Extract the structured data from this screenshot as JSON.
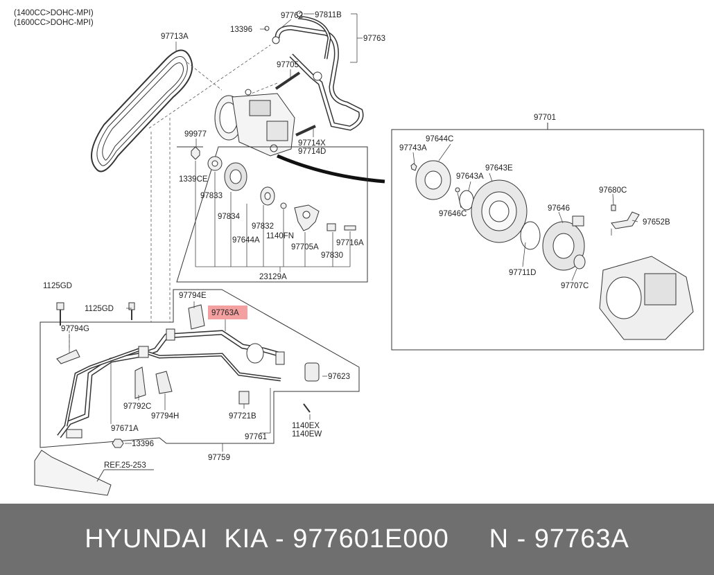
{
  "header": {
    "engine_1": "(1400CC>DOHC-MPI)",
    "engine_2": "(1600CC>DOHC-MPI)"
  },
  "highlight": {
    "color": "#f4a0a0",
    "label": "97763A"
  },
  "labels": {
    "l_97713A": "97713A",
    "l_97762": "97762",
    "l_97811B": "97811B",
    "l_13396_top": "13396",
    "l_97763": "97763",
    "l_97705": "97705",
    "l_97714X": "97714X",
    "l_97714D": "97714D",
    "l_99977": "99977",
    "l_1339CE": "1339CE",
    "l_97833": "97833",
    "l_97834": "97834",
    "l_97832": "97832",
    "l_97644A": "97644A",
    "l_1140FN": "1140FN",
    "l_97705A": "97705A",
    "l_97716A": "97716A",
    "l_97830": "97830",
    "l_23129A": "23129A",
    "l_97701": "97701",
    "l_97644C": "97644C",
    "l_97743A": "97743A",
    "l_97643A": "97643A",
    "l_97643E": "97643E",
    "l_97646C": "97646C",
    "l_97680C": "97680C",
    "l_97646": "97646",
    "l_97652B": "97652B",
    "l_97711D": "97711D",
    "l_97707C": "97707C",
    "l_1125GD_a": "1125GD",
    "l_1125GD_b": "1125GD",
    "l_97794E": "97794E",
    "l_97794G": "97794G",
    "l_97623": "97623",
    "l_97792C": "97792C",
    "l_97794H": "97794H",
    "l_97721B": "97721B",
    "l_97671A": "97671A",
    "l_1140EX": "1140EX",
    "l_1140EW": "1140EW",
    "l_97761": "97761",
    "l_13396_bot": "13396",
    "l_97759": "97759",
    "l_ref": "REF.25-253"
  },
  "footer": {
    "text": "HYUNDAI  KIA - 977601E000     N - 97763A"
  }
}
